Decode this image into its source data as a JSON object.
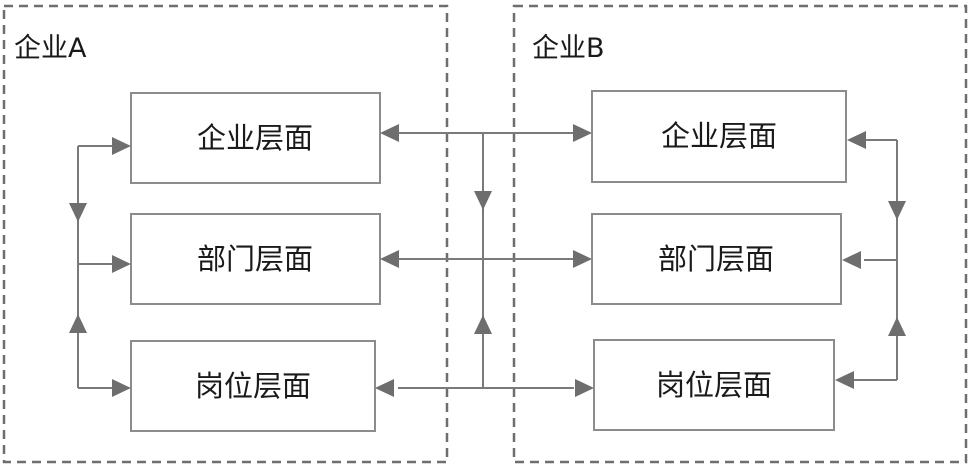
{
  "company_a": {
    "label": "企业A",
    "levels": {
      "enterprise": "企业层面",
      "department": "部门层面",
      "position": "岗位层面"
    }
  },
  "company_b": {
    "label": "企业B",
    "levels": {
      "enterprise": "企业层面",
      "department": "部门层面",
      "position": "岗位层面"
    }
  },
  "colors": {
    "box_border": "#8c8c8c",
    "frame_border": "#6e6e6e",
    "connector": "#7a7a7a",
    "arrow": "#6e6e6e",
    "text": "#1a1a1a"
  }
}
